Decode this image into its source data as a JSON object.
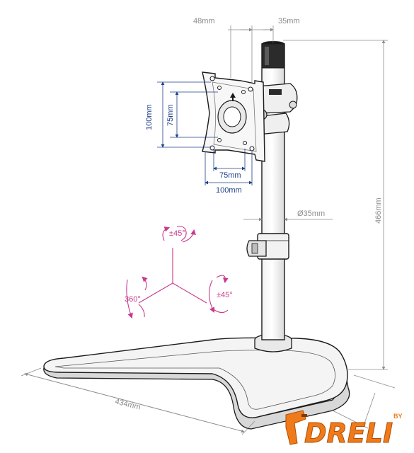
{
  "dimensions": {
    "offset_left": "48mm",
    "offset_right": "35mm",
    "height_total": "466mm",
    "pole_diameter": "Ø35mm",
    "base_width": "434mm",
    "vesa_h_75": "75mm",
    "vesa_h_100": "100mm",
    "vesa_v_75": "75mm",
    "vesa_v_100": "100mm"
  },
  "rotation": {
    "tilt": "±45°",
    "swivel": "±45°",
    "rotate": "360°"
  },
  "brand": {
    "name": "DRELI",
    "by": "BY"
  },
  "colors": {
    "outline": "#1a1a1a",
    "dimension_gray": "#8c8c8c",
    "dimension_blue": "#1f3f86",
    "rotation_magenta": "#c83a8c",
    "logo_orange": "#f07a1a"
  }
}
